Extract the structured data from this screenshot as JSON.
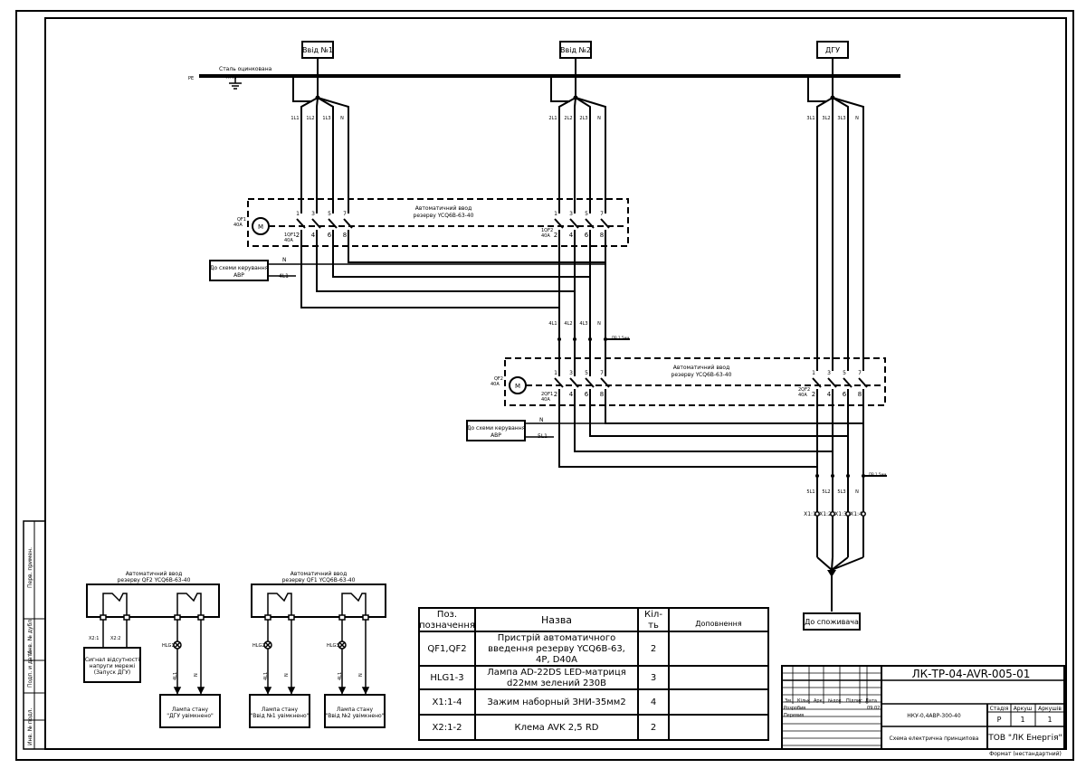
{
  "sources": {
    "input1": "Ввід №1",
    "input2": "Ввід №2",
    "generator": "ДГУ",
    "pe": "PE",
    "steel": "Сталь оцинкована",
    "steel_sub": "4×40"
  },
  "phases": {
    "a": [
      "1L1",
      "1L2",
      "1L3",
      "N"
    ],
    "b": [
      "2L1",
      "2L2",
      "2L3",
      "N"
    ],
    "c": [
      "3L1",
      "3L2",
      "3L3",
      "N"
    ],
    "d": [
      "4L1",
      "4L2",
      "4L3",
      "N"
    ],
    "e": [
      "5L1",
      "5L2",
      "5L3",
      "N"
    ]
  },
  "ats1": {
    "title1": "Автоматичний ввод",
    "title2": "резерву YCQ6B-63-40",
    "qf": "QF1",
    "qf_rating": "40A",
    "q1": "1QF1",
    "q1_rating": "40A",
    "q2": "1QF2",
    "q2_rating": "40A",
    "motor": "M"
  },
  "ats2": {
    "title1": "Автоматичний ввод",
    "title2": "резерву YCQ6B-63-40",
    "qf": "QF2",
    "qf_rating": "40A",
    "q1": "2QF1",
    "q1_rating": "40A",
    "q2": "2QF2",
    "q2_rating": "40A",
    "motor": "M"
  },
  "contacts": {
    "top": [
      "1",
      "3",
      "5",
      "7"
    ],
    "bottom": [
      "2",
      "4",
      "6",
      "8"
    ]
  },
  "control": {
    "box1": [
      "До схеми керування",
      "АВР"
    ],
    "box2": [
      "До схеми керування",
      "АВР"
    ],
    "n": "N",
    "l1": "4L1",
    "l2": "5L1",
    "wire": "ПВ 1,5мм"
  },
  "terminals": [
    "X1:1",
    "X1:2",
    "X1:3",
    "X1:4"
  ],
  "consumer": "До споживача",
  "lower_left": {
    "blk1": [
      "Автоматичний ввод",
      "резерву QF2 YCQ6B-63-40"
    ],
    "blk2": [
      "Автоматичний ввод",
      "резерву QF1 YCQ6B-63-40"
    ],
    "x21": "X2:1",
    "x22": "X2:2",
    "hlg1": "HLG1",
    "hlg2": "HLG2",
    "hlg3": "HLG3",
    "wire_l": "4L1",
    "wire_n": "N",
    "sig": [
      "Сигнал відсутності",
      "напруги мережі",
      "(Запуск ДГУ)"
    ],
    "lamp1": [
      "Лампа стану",
      "\"ДГУ увімкнено\""
    ],
    "lamp2": [
      "Лампа стану",
      "\"Ввід №1 увімкнено\""
    ],
    "lamp3": [
      "Лампа стану",
      "\"Ввід №2 увімкнено\""
    ]
  },
  "parts": {
    "headers": [
      "Поз.",
      "позначення",
      "Назва",
      "Кіл-",
      "ть",
      "Доповнення"
    ],
    "rows": [
      {
        "pos": "QF1,QF2",
        "name": [
          "Пристрій автоматичного",
          "введення резерву  YCQ6B-63,",
          "4P, D40A"
        ],
        "qty": "2"
      },
      {
        "pos": "HLG1-3",
        "name": [
          "Лампа AD-22DS LED-матриця",
          "d22мм зелений 230В"
        ],
        "qty": "3"
      },
      {
        "pos": "X1:1-4",
        "name": [
          "Зажим наборный ЗНИ-35мм2"
        ],
        "qty": "4"
      },
      {
        "pos": "X2:1-2",
        "name": [
          "Клема AVK 2,5 RD"
        ],
        "qty": "2"
      }
    ]
  },
  "stamp": {
    "doc": "ЛК-ТР-04-AVR-005-01",
    "cols": [
      "Зм.",
      "Кільк",
      "Арк.",
      "№док.",
      "Підпис",
      "Дата"
    ],
    "made": "Розробив",
    "checked": "Перевив",
    "date": "09.02",
    "product": "НКУ-0,4АВР-300-40",
    "title": "Схема електрична принципова",
    "stage_h": "Стадія",
    "sheet_h": "Аркуш",
    "sheets_h": "Аркушів",
    "stage": "Р",
    "sheet": "1",
    "sheets": "1",
    "company": "ТОВ \"ЛК Енергія\"",
    "format": "Формат (нестандартний)"
  },
  "side": [
    "Перв. примен.",
    "Справ. №",
    "Подп. и дата",
    "Инв. № дубл.",
    "Взам. инв. №",
    "Подп. и дата",
    "Инв. № подл."
  ]
}
